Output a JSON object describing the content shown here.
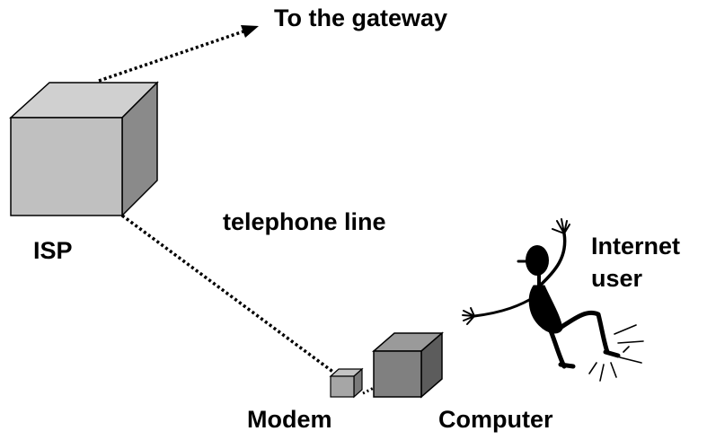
{
  "labels": {
    "gateway": "To the gateway",
    "isp": "ISP",
    "telephone_line": "telephone line",
    "internet_user_line1": "Internet",
    "internet_user_line2": "user",
    "modem": "Modem",
    "computer": "Computer"
  },
  "colors": {
    "isp_front": "#c0c0c0",
    "isp_top": "#d0d0d0",
    "isp_side": "#8a8a8a",
    "computer_front": "#808080",
    "computer_top": "#9a9a9a",
    "computer_side": "#5c5c5c",
    "modem_front": "#a6a6a6",
    "modem_top": "#c4c4c4",
    "modem_side": "#7a7a7a",
    "stroke": "#000000",
    "figure": "#000000"
  },
  "icons": [
    "isp-server-cube",
    "computer-cube",
    "modem-cube",
    "internet-user-figure",
    "arrowhead-icon"
  ]
}
